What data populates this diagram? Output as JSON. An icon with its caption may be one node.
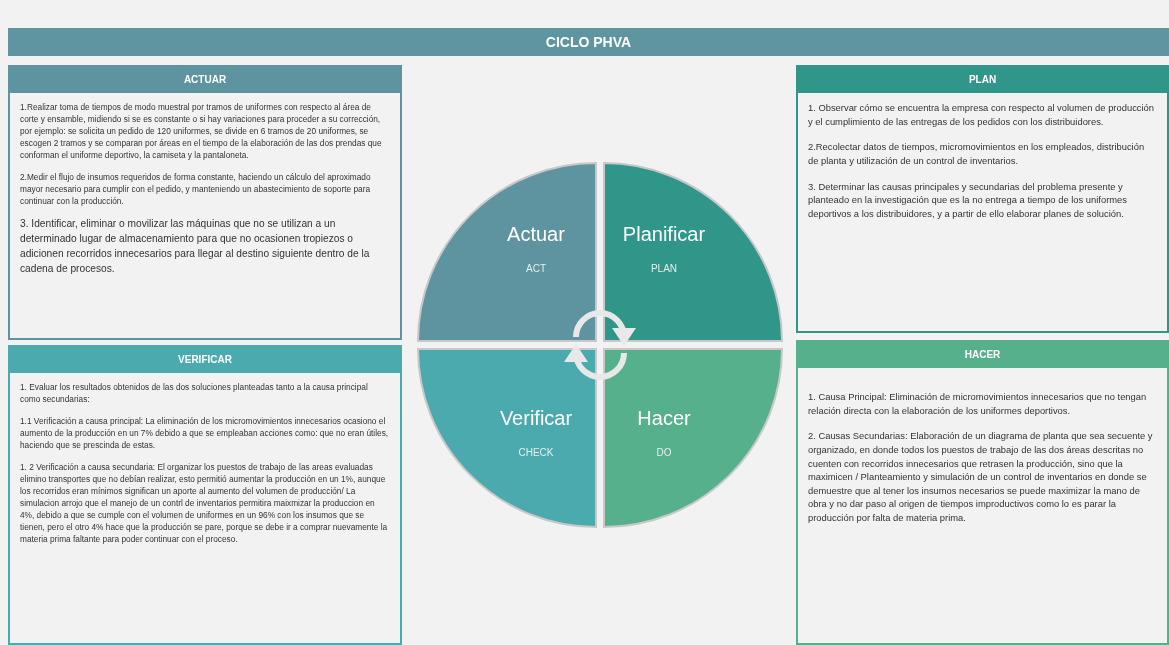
{
  "diagram": {
    "title": "CICLO PHVA",
    "nodes": [
      {
        "text": [
          "ACTUAR",
          "1.Realizar toma de tiempos de modo muestral por tramos de uniformes con respecto al área de corte y ensamble, midiendo si se es constante o si hay variaciones para proceder a su corrección, por ejemplo: se solicita un pedido de 120 uniformes, se divide en 6 tramos de 20 uniformes, se escogen 2 tramos y se comparan por áreas en el tiempo de la elaboración de las dos prendas que conforman el uniforme deportivo, la camiseta y la pantaloneta.",
          "2.Medir el flujo de insumos requeridos de forma constante, haciendo un cálculo del aproximado mayor necesario para cumplir con el pedido, y manteniendo un abastecimiento de soporte para continuar con la producción.",
          "3. Identificar, eliminar o movilizar las máquinas que no se utilizan a un determinado lugar de almacenamiento para que no ocasionen tropiezos o adicionen recorridos innecesarios para llegar al destino siguiente dentro de la cadena de procesos."
        ]
      },
      {
        "text": [
          "Actuar",
          "ACT"
        ]
      },
      {
        "text": [
          "Planificar",
          "PLAN"
        ]
      },
      {
        "text": [
          "PLAN",
          "1. Observar cómo se encuentra la empresa con respecto al volumen de producción y el cumplimiento de las entregas de los pedidos con los distribuidores.",
          "2.Recolectar datos de tiempos, micromovimientos en los empleados, distribución de planta y utilización de un control de inventarios.",
          "3. Determinar las causas principales y secundarias del problema presente y planteado en la investigación que es la no entrega a tiempo de los uniformes deportivos a los distribuidores, y a partir de ello elaborar planes de solución."
        ]
      },
      {
        "text": [
          "VERIFICAR",
          "1. Evaluar los resultados obtenidos de las dos soluciones planteadas tanto a la causa principal como secundarias:",
          "1.1 Verificación a causa principal: La eliminación de los micromovimientos innecesarios ocasiono el aumento de la producción en un 7% debido a que se empleaban acciones como: que no eran útiles, haciendo que se prescinda de estas.",
          "1. 2 Verificación a causa secundaria: El organizar los puestos de trabajo de las areas evaluadas elimino transportes que no debían realizar, esto permitió aumentar la producción en un 1%, aunque los recorridos eran mínimos significan un aporte al aumento del volumen de producción/ La simulacion arrojo que el manejo de un contrl de inventarios permitira maixmizar la produccion en 4%, debido a que se cumple con el volumen de uniformes en un 96% con los insumos que se tienen, pero el otro 4% hace que la producción se pare, porque se debe ir a comprar nuevamente la materia prima faltante para poder continuar con el proceso."
        ]
      },
      {
        "text": [
          "Verificar",
          "CHECK"
        ]
      },
      {
        "text": [
          "Hacer",
          "DO"
        ]
      },
      {
        "text": [
          "HACER",
          "1. Causa Principal: Eliminación de micromovimientos innecesarios que no tengan relación directa con la elaboración de los uniformes deportivos.",
          "2. Causas Secundarias: Elaboración de un diagrama de planta que sea secuente y organizado, en donde todos los puestos de trabajo de las dos áreas descritas no cuenten con recorridos innecesarios que retrasen la producción, sino que la maximicen / Planteamiento y simulación de un control de inventarios en donde se demuestre que al tener los insumos necesarios se puede maximizar la mano de obra y no dar paso al origen de tiempos improductivos como lo es parar la producción por falta de materia prima."
        ]
      }
    ],
    "edges": [
      {
        "from": 1,
        "to": 2,
        "arrow": "to"
      },
      {
        "from": 6,
        "to": 5,
        "arrow": "to"
      }
    ]
  }
}
